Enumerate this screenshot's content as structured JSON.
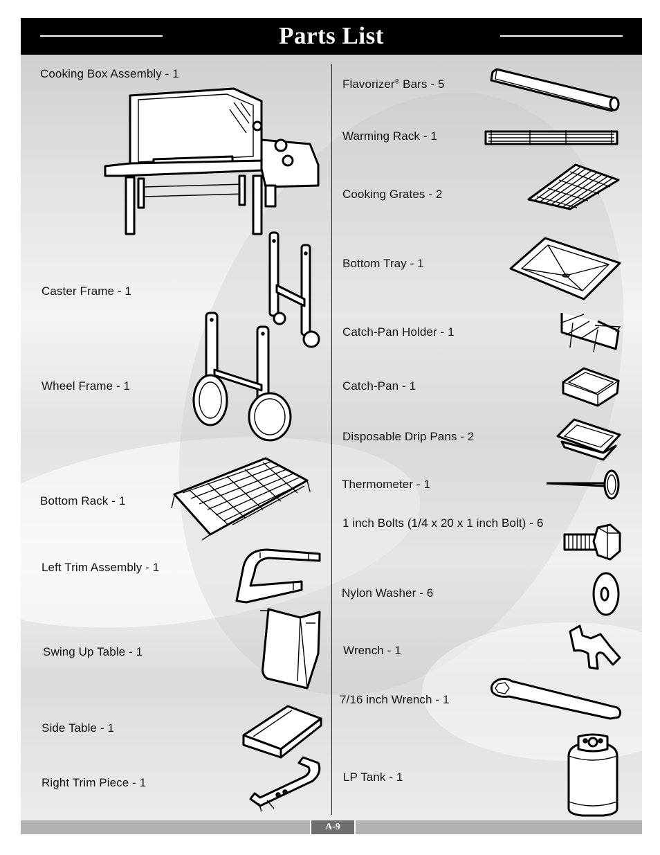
{
  "header": {
    "title": "Parts List"
  },
  "left_parts": [
    {
      "label": "Cooking Box Assembly - 1",
      "icon": "grill-icon"
    },
    {
      "label": "Caster Frame - 1",
      "icon": "caster-frame-icon"
    },
    {
      "label": "Wheel Frame - 1",
      "icon": "wheel-frame-icon"
    },
    {
      "label": "Bottom Rack - 1",
      "icon": "bottom-rack-icon"
    },
    {
      "label": "Left Trim Assembly - 1",
      "icon": "left-trim-icon"
    },
    {
      "label": "Swing Up Table - 1",
      "icon": "swing-up-table-icon"
    },
    {
      "label": "Side Table - 1",
      "icon": "side-table-icon"
    },
    {
      "label": "Right Trim Piece - 1",
      "icon": "right-trim-icon"
    }
  ],
  "right_parts": [
    {
      "label_main": "Flavorizer",
      "label_sup": "®",
      "label_rest": " Bars - 5",
      "icon": "flavorizer-bar-icon"
    },
    {
      "label": "Warming Rack - 1",
      "icon": "warming-rack-icon"
    },
    {
      "label": "Cooking Grates - 2",
      "icon": "cooking-grate-icon"
    },
    {
      "label": "Bottom Tray - 1",
      "icon": "bottom-tray-icon"
    },
    {
      "label": "Catch-Pan Holder - 1",
      "icon": "catch-pan-holder-icon"
    },
    {
      "label": "Catch-Pan - 1",
      "icon": "catch-pan-icon"
    },
    {
      "label": "Disposable Drip Pans - 2",
      "icon": "drip-pan-icon"
    },
    {
      "label": "Thermometer - 1",
      "icon": "thermometer-icon"
    },
    {
      "label": "1 inch Bolts (1/4 x 20 x 1 inch Bolt) - 6",
      "icon": "bolt-icon"
    },
    {
      "label": "Nylon Washer - 6",
      "icon": "washer-icon"
    },
    {
      "label": "Wrench - 1",
      "icon": "wrench-icon"
    },
    {
      "label": "7/16 inch Wrench - 1",
      "icon": "box-wrench-icon"
    },
    {
      "label": "LP Tank - 1",
      "icon": "lp-tank-icon"
    }
  ],
  "footer": {
    "page_number": "A-9"
  }
}
